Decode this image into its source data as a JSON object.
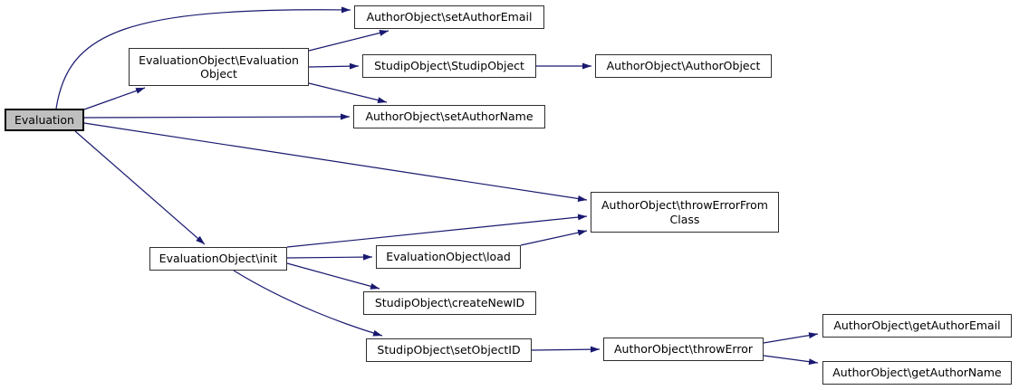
{
  "diagram_type": "doxygen-call-graph",
  "colors": {
    "background": "#ffffff",
    "edge": "#191970",
    "node_border": "#2e2e2e",
    "node_fill": "#ffffff",
    "root_node_fill": "#bfbfbf",
    "text": "#000000"
  },
  "nodes": [
    {
      "id": "evaluation",
      "label": "Evaluation",
      "root": true
    },
    {
      "id": "evaluationobject-evaluationobject",
      "label": "EvaluationObject\\Evaluation\nObject"
    },
    {
      "id": "authorobject-setauthoremail",
      "label": "AuthorObject\\setAuthorEmail"
    },
    {
      "id": "studipobject-studipobject",
      "label": "StudipObject\\StudipObject"
    },
    {
      "id": "authorobject-authorobject",
      "label": "AuthorObject\\AuthorObject"
    },
    {
      "id": "authorobject-setauthorname",
      "label": "AuthorObject\\setAuthorName"
    },
    {
      "id": "authorobject-throwerrorfromclass",
      "label": "AuthorObject\\throwErrorFrom\nClass"
    },
    {
      "id": "evaluationobject-init",
      "label": "EvaluationObject\\init"
    },
    {
      "id": "evaluationobject-load",
      "label": "EvaluationObject\\load"
    },
    {
      "id": "studipobject-createnewid",
      "label": "StudipObject\\createNewID"
    },
    {
      "id": "studipobject-setobjectid",
      "label": "StudipObject\\setObjectID"
    },
    {
      "id": "authorobject-throwerror",
      "label": "AuthorObject\\throwError"
    },
    {
      "id": "authorobject-getauthoremail",
      "label": "AuthorObject\\getAuthorEmail"
    },
    {
      "id": "authorobject-getauthorname",
      "label": "AuthorObject\\getAuthorName"
    }
  ],
  "edges": [
    {
      "from": "Evaluation",
      "to": "AuthorObject\\setAuthorEmail"
    },
    {
      "from": "Evaluation",
      "to": "EvaluationObject\\EvaluationObject"
    },
    {
      "from": "Evaluation",
      "to": "AuthorObject\\setAuthorName"
    },
    {
      "from": "Evaluation",
      "to": "AuthorObject\\throwErrorFromClass"
    },
    {
      "from": "Evaluation",
      "to": "EvaluationObject\\init"
    },
    {
      "from": "EvaluationObject\\EvaluationObject",
      "to": "AuthorObject\\setAuthorEmail"
    },
    {
      "from": "EvaluationObject\\EvaluationObject",
      "to": "StudipObject\\StudipObject"
    },
    {
      "from": "EvaluationObject\\EvaluationObject",
      "to": "AuthorObject\\setAuthorName"
    },
    {
      "from": "StudipObject\\StudipObject",
      "to": "AuthorObject\\AuthorObject"
    },
    {
      "from": "EvaluationObject\\init",
      "to": "AuthorObject\\throwErrorFromClass"
    },
    {
      "from": "EvaluationObject\\init",
      "to": "EvaluationObject\\load"
    },
    {
      "from": "EvaluationObject\\init",
      "to": "StudipObject\\createNewID"
    },
    {
      "from": "EvaluationObject\\init",
      "to": "StudipObject\\setObjectID"
    },
    {
      "from": "EvaluationObject\\load",
      "to": "AuthorObject\\throwErrorFromClass"
    },
    {
      "from": "StudipObject\\setObjectID",
      "to": "AuthorObject\\throwError"
    },
    {
      "from": "AuthorObject\\throwError",
      "to": "AuthorObject\\getAuthorEmail"
    },
    {
      "from": "AuthorObject\\throwError",
      "to": "AuthorObject\\getAuthorName"
    }
  ]
}
